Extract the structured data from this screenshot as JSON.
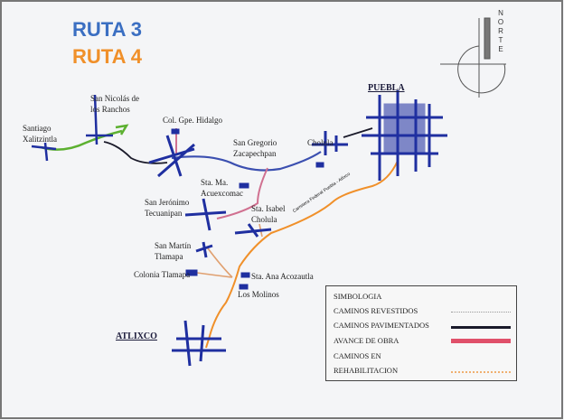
{
  "titles": {
    "ruta3": "RUTA 3",
    "ruta4": "RUTA 4"
  },
  "colors": {
    "ruta3": "#3b6fc2",
    "ruta4": "#f0902a",
    "towns": "#1f2fa0",
    "paved": "#1a1a2a",
    "progress": "#e0506a",
    "rehab": "#f0b070",
    "green": "#5cb030"
  },
  "north": {
    "label": "NORTE"
  },
  "places": {
    "santiago": [
      "Santiago",
      "Xalitzintla"
    ],
    "san_nicolas": [
      "San Nicolás de",
      "los Ranchos"
    ],
    "hidalgo": "Col. Gpe. Hidalgo",
    "cholula": "Cholula",
    "puebla": "PUEBLA",
    "san_gregorio": [
      "San Gregorio",
      "Zacapechpan"
    ],
    "acuexcomac": [
      "Sta. Ma.",
      "Acuexcomac"
    ],
    "tecuanipan": [
      "San Jerónimo",
      "Tecuanipan"
    ],
    "isabel": [
      "Sta. Isabel",
      "Cholula"
    ],
    "san_martin": [
      "San Martín",
      "Tlamapa"
    ],
    "colonia": "Colonia Tlamapa",
    "sta_ana": "Sta. Ana Acozautla",
    "molinos": "Los Molinos",
    "atlixco": "ATLIXCO"
  },
  "road_label": "Carretera Federal Puebla - Atlixco",
  "legend": {
    "title": "SIMBOLOGIA",
    "items": [
      "CAMINOS REVESTIDOS",
      "CAMINOS PAVIMENTADOS",
      "AVANCE DE OBRA",
      "CAMINOS EN",
      "REHABILITACION"
    ]
  }
}
